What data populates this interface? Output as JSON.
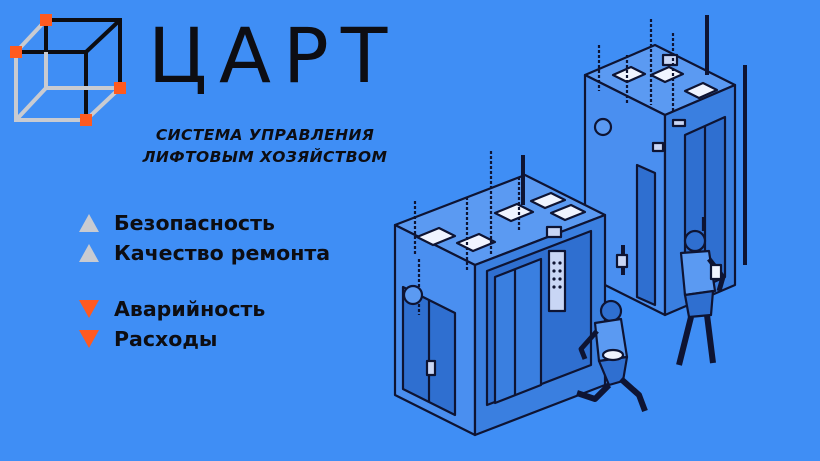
{
  "brand": {
    "name": "ЦАРТ",
    "tagline_line1": "СИСТЕМА УПРАВЛЕНИЯ",
    "tagline_line2": "ЛИФТОВЫМ ХОЗЯЙСТВОМ"
  },
  "improvements": [
    {
      "label": "Безопасность",
      "direction": "up"
    },
    {
      "label": "Качество ремонта",
      "direction": "up"
    }
  ],
  "reductions": [
    {
      "label": "Аварийность",
      "direction": "down"
    },
    {
      "label": "Расходы",
      "direction": "down"
    }
  ],
  "colors": {
    "background": "#3f8ef5",
    "text": "#0d0d12",
    "accent_orange": "#ff5a1f",
    "arrow_up_gray": "#c9cbd1",
    "illustration_fill": "#4a8ff0",
    "illustration_line": "#0e1433"
  }
}
